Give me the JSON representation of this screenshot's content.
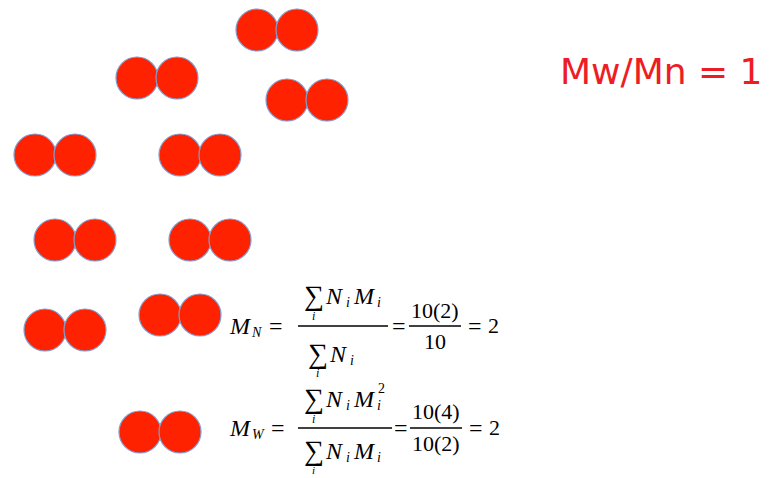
{
  "diagram": {
    "labels": [
      "Mw/Mn = 1",
      "M",
      "N",
      "=",
      "∑",
      "i",
      "N",
      "i",
      "M",
      "i",
      "∑",
      "i",
      "N",
      "i",
      "=",
      "10(2)",
      "10",
      "=",
      "2",
      "M",
      "W",
      "=",
      "∑",
      "i",
      "N",
      "i",
      "M",
      "i",
      "2",
      "∑",
      "i",
      "N",
      "i",
      "M",
      "i",
      "=",
      "10(4)",
      "10(2)",
      "=",
      "2"
    ]
  }
}
